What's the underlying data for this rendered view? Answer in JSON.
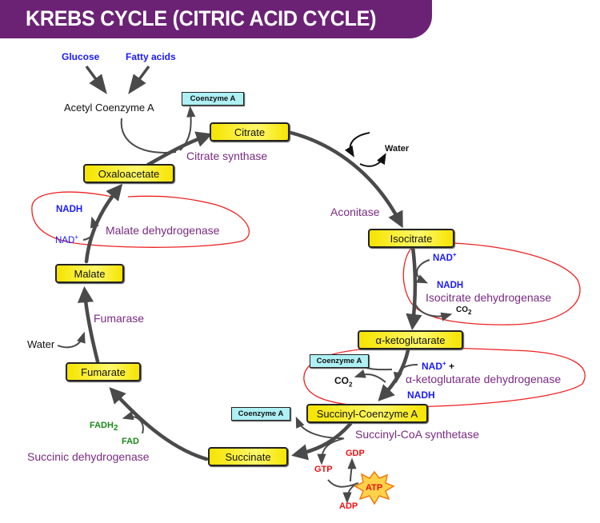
{
  "title": "KREBS CYCLE (CITRIC ACID CYCLE)",
  "colors": {
    "banner": "#6b2275",
    "enzyme_text": "#7a2a82",
    "cofactor_blue": "#1a1aff",
    "energy_red": "#ee1111",
    "fad_green": "#1a8a1a",
    "node_fill": "#f5e400",
    "coenzyme_fill": "#aef0f4",
    "annotation_circle": "#ee2222",
    "arrow": "#4a4a4a"
  },
  "inputs": {
    "glucose": "Glucose",
    "fatty_acids": "Fatty acids",
    "acetyl_coa": "Acetyl Coenzyme A"
  },
  "nodes": {
    "citrate": "Citrate",
    "isocitrate": "Isocitrate",
    "alpha_ketoglutarate": "α-ketoglutarate",
    "succinyl_coa": "Succinyl-Coenzyme A",
    "succinate": "Succinate",
    "fumarate": "Fumarate",
    "malate": "Malate",
    "oxaloacetate": "Oxaloacetate"
  },
  "enzymes": {
    "citrate_synthase": "Citrate synthase",
    "aconitase": "Aconitase",
    "isocitrate_dh": "Isocitrate dehydrogenase",
    "akg_dh": "α-ketoglutarate dehydrogenase",
    "succinyl_coa_synthetase": "Succinyl-CoA synthetase",
    "succinic_dh": "Succinic dehydrogenase",
    "fumarase": "Fumarase",
    "malate_dh": "Malate dehydrogenase"
  },
  "cofactors": {
    "coenzyme_a": "Coenzyme A",
    "water": "Water",
    "nad_plus": "NAD",
    "plus_sup": "+",
    "nadh": "NADH",
    "co": "CO",
    "two": "2",
    "plus_sign": "+",
    "fadh": "FADH",
    "fad": "FAD",
    "gdp": "GDP",
    "gtp": "GTP",
    "atp": "ATP",
    "adp": "ADP"
  }
}
